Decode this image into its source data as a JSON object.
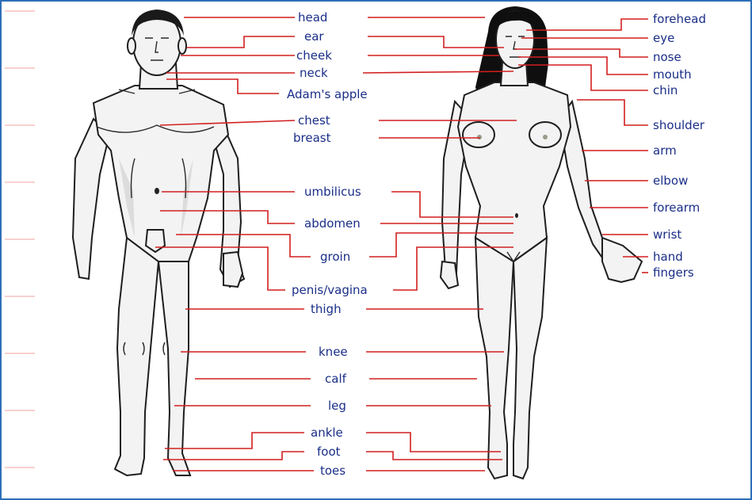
{
  "colors": {
    "label": "#1a2e88",
    "leader": "#d21f1f",
    "frame": "#2f6fb8",
    "margin_tick": "#f2a0a0"
  },
  "labels": {
    "head": "head",
    "ear": "ear",
    "cheek": "cheek",
    "neck": "neck",
    "adams_apple": "Adam's apple",
    "chest": "chest",
    "breast": "breast",
    "umbilicus": "umbilicus",
    "abdomen": "abdomen",
    "groin": "groin",
    "penis_vagina": "penis/vagina",
    "thigh": "thigh",
    "knee": "knee",
    "calf": "calf",
    "leg": "leg",
    "ankle": "ankle",
    "foot": "foot",
    "toes": "toes",
    "forehead": "forehead",
    "eye": "eye",
    "nose": "nose",
    "mouth": "mouth",
    "chin": "chin",
    "shoulder": "shoulder",
    "arm": "arm",
    "elbow": "elbow",
    "forearm": "forearm",
    "wrist": "wrist",
    "hand": "hand",
    "fingers": "fingers"
  }
}
